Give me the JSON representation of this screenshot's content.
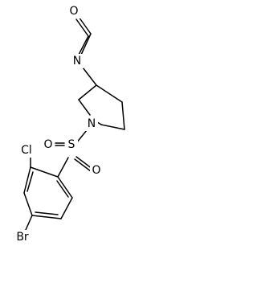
{
  "molecule": {
    "atoms": {
      "o_isocyanate": "O",
      "n_isocyanate": "N",
      "n_piperidine": "N",
      "s_sulfonyl": "S",
      "o_sulfonyl_left": "O",
      "o_sulfonyl_right": "O",
      "cl": "Cl",
      "br": "Br"
    }
  }
}
